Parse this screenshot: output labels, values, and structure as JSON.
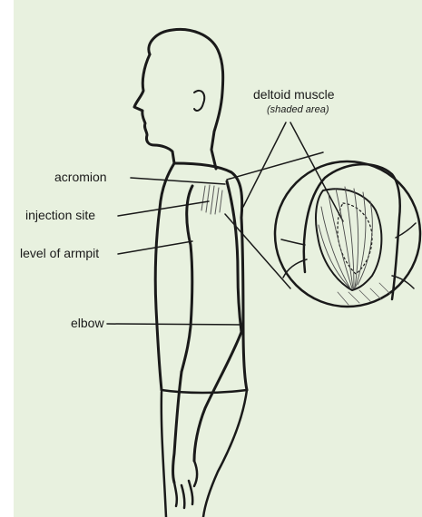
{
  "labels": {
    "deltoid_title": "deltoid muscle",
    "deltoid_subtitle": "(shaded area)",
    "acromion": "acromion",
    "injection_site": "injection site",
    "level_of_armpit": "level of armpit",
    "elbow": "elbow"
  },
  "colors": {
    "background": "#e8f1df",
    "ink": "#1a1a1a"
  }
}
